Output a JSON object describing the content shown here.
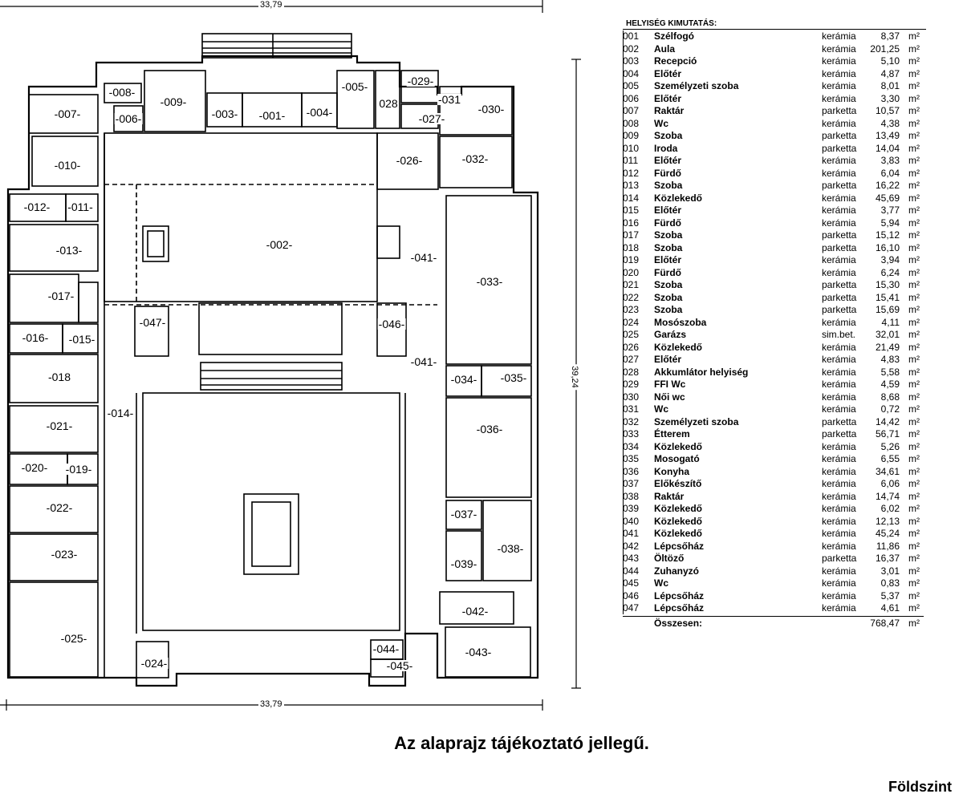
{
  "dimensions": {
    "top_width": "33,79",
    "bottom_width": "33,79",
    "height": "39,24"
  },
  "room_labels": [
    {
      "id": "r001",
      "text": "-001-"
    },
    {
      "id": "r002",
      "text": "-002-"
    },
    {
      "id": "r003",
      "text": "-003-"
    },
    {
      "id": "r004",
      "text": "-004-"
    },
    {
      "id": "r005",
      "text": "-005-"
    },
    {
      "id": "r006",
      "text": "-006-"
    },
    {
      "id": "r007",
      "text": "-007-"
    },
    {
      "id": "r008",
      "text": "-008-"
    },
    {
      "id": "r009",
      "text": "-009-"
    },
    {
      "id": "r010",
      "text": "-010-"
    },
    {
      "id": "r011",
      "text": "-011-"
    },
    {
      "id": "r012",
      "text": "-012-"
    },
    {
      "id": "r013",
      "text": "-013-"
    },
    {
      "id": "r014",
      "text": "-014-"
    },
    {
      "id": "r015",
      "text": "-015-"
    },
    {
      "id": "r016",
      "text": "-016-"
    },
    {
      "id": "r017",
      "text": "-017-"
    },
    {
      "id": "r018",
      "text": "-018"
    },
    {
      "id": "r019",
      "text": "-019-"
    },
    {
      "id": "r020",
      "text": "-020-"
    },
    {
      "id": "r021",
      "text": "-021-"
    },
    {
      "id": "r022",
      "text": "-022-"
    },
    {
      "id": "r023",
      "text": "-023-"
    },
    {
      "id": "r024",
      "text": "-024-"
    },
    {
      "id": "r025",
      "text": "-025-"
    },
    {
      "id": "r026",
      "text": "-026-"
    },
    {
      "id": "r027",
      "text": "-027-"
    },
    {
      "id": "r028",
      "text": "028"
    },
    {
      "id": "r029",
      "text": "-029-"
    },
    {
      "id": "r030",
      "text": "-030-"
    },
    {
      "id": "r031",
      "text": "-031"
    },
    {
      "id": "r032",
      "text": "-032-"
    },
    {
      "id": "r033",
      "text": "-033-"
    },
    {
      "id": "r034",
      "text": "-034-"
    },
    {
      "id": "r035",
      "text": "-035-"
    },
    {
      "id": "r036",
      "text": "-036-"
    },
    {
      "id": "r037",
      "text": "-037-"
    },
    {
      "id": "r038",
      "text": "-038-"
    },
    {
      "id": "r039",
      "text": "-039-"
    },
    {
      "id": "r041a",
      "text": "-041-"
    },
    {
      "id": "r041b",
      "text": "-041-"
    },
    {
      "id": "r042",
      "text": "-042-"
    },
    {
      "id": "r043",
      "text": "-043-"
    },
    {
      "id": "r044",
      "text": "-044-"
    },
    {
      "id": "r045",
      "text": "-045-"
    },
    {
      "id": "r046",
      "text": "-046-"
    },
    {
      "id": "r047",
      "text": "-047-"
    }
  ],
  "legend": {
    "title": "HELYISÉG KIMUTATÁS:",
    "rows": [
      {
        "no": "001",
        "name": "Szélfogó",
        "material": "kerámia",
        "area": "8,37",
        "unit": "m²"
      },
      {
        "no": "002",
        "name": "Aula",
        "material": "kerámia",
        "area": "201,25",
        "unit": "m²"
      },
      {
        "no": "003",
        "name": "Recepció",
        "material": "kerámia",
        "area": "5,10",
        "unit": "m²"
      },
      {
        "no": "004",
        "name": "Előtér",
        "material": "kerámia",
        "area": "4,87",
        "unit": "m²"
      },
      {
        "no": "005",
        "name": "Személyzeti szoba",
        "material": "kerámia",
        "area": "8,01",
        "unit": "m²"
      },
      {
        "no": "006",
        "name": "Előtér",
        "material": "kerámia",
        "area": "3,30",
        "unit": "m²"
      },
      {
        "no": "007",
        "name": "Raktár",
        "material": "parketta",
        "area": "10,57",
        "unit": "m²"
      },
      {
        "no": "008",
        "name": "Wc",
        "material": "kerámia",
        "area": "4,38",
        "unit": "m²"
      },
      {
        "no": "009",
        "name": "Szoba",
        "material": "parketta",
        "area": "13,49",
        "unit": "m²"
      },
      {
        "no": "010",
        "name": "Iroda",
        "material": "parketta",
        "area": "14,04",
        "unit": "m²"
      },
      {
        "no": "011",
        "name": "Előtér",
        "material": "kerámia",
        "area": "3,83",
        "unit": "m²"
      },
      {
        "no": "012",
        "name": "Fürdő",
        "material": "kerámia",
        "area": "6,04",
        "unit": "m²"
      },
      {
        "no": "013",
        "name": "Szoba",
        "material": "parketta",
        "area": "16,22",
        "unit": "m²"
      },
      {
        "no": "014",
        "name": "Közlekedő",
        "material": "kerámia",
        "area": "45,69",
        "unit": "m²"
      },
      {
        "no": "015",
        "name": "Előtér",
        "material": "kerámia",
        "area": "3,77",
        "unit": "m²"
      },
      {
        "no": "016",
        "name": "Fürdő",
        "material": "kerámia",
        "area": "5,94",
        "unit": "m²"
      },
      {
        "no": "017",
        "name": "Szoba",
        "material": "parketta",
        "area": "15,12",
        "unit": "m²"
      },
      {
        "no": "018",
        "name": "Szoba",
        "material": "parketta",
        "area": "16,10",
        "unit": "m²"
      },
      {
        "no": "019",
        "name": "Előtér",
        "material": "kerámia",
        "area": "3,94",
        "unit": "m²"
      },
      {
        "no": "020",
        "name": "Fürdő",
        "material": "kerámia",
        "area": "6,24",
        "unit": "m²"
      },
      {
        "no": "021",
        "name": "Szoba",
        "material": "parketta",
        "area": "15,30",
        "unit": "m²"
      },
      {
        "no": "022",
        "name": "Szoba",
        "material": "parketta",
        "area": "15,41",
        "unit": "m²"
      },
      {
        "no": "023",
        "name": "Szoba",
        "material": "parketta",
        "area": "15,69",
        "unit": "m²"
      },
      {
        "no": "024",
        "name": "Mosószoba",
        "material": "kerámia",
        "area": "4,11",
        "unit": "m²"
      },
      {
        "no": "025",
        "name": "Garázs",
        "material": "sim.bet.",
        "area": "32,01",
        "unit": "m²"
      },
      {
        "no": "026",
        "name": "Közlekedő",
        "material": "kerámia",
        "area": "21,49",
        "unit": "m²"
      },
      {
        "no": "027",
        "name": "Előtér",
        "material": "kerámia",
        "area": "4,83",
        "unit": "m²"
      },
      {
        "no": "028",
        "name": "Akkumlátor helyiség",
        "material": "kerámia",
        "area": "5,58",
        "unit": "m²"
      },
      {
        "no": "029",
        "name": "FFI Wc",
        "material": "kerámia",
        "area": "4,59",
        "unit": "m²"
      },
      {
        "no": "030",
        "name": "Női wc",
        "material": "kerámia",
        "area": "8,68",
        "unit": "m²"
      },
      {
        "no": "031",
        "name": "Wc",
        "material": "kerámia",
        "area": "0,72",
        "unit": "m²"
      },
      {
        "no": "032",
        "name": "Személyzeti szoba",
        "material": "parketta",
        "area": "14,42",
        "unit": "m²"
      },
      {
        "no": "033",
        "name": "Étterem",
        "material": "parketta",
        "area": "56,71",
        "unit": "m²"
      },
      {
        "no": "034",
        "name": "Közlekedő",
        "material": "kerámia",
        "area": "5,26",
        "unit": "m²"
      },
      {
        "no": "035",
        "name": "Mosogató",
        "material": "kerámia",
        "area": "6,55",
        "unit": "m²"
      },
      {
        "no": "036",
        "name": "Konyha",
        "material": "kerámia",
        "area": "34,61",
        "unit": "m²"
      },
      {
        "no": "037",
        "name": "Előkészítő",
        "material": "kerámia",
        "area": "6,06",
        "unit": "m²"
      },
      {
        "no": "038",
        "name": "Raktár",
        "material": "kerámia",
        "area": "14,74",
        "unit": "m²"
      },
      {
        "no": "039",
        "name": "Közlekedő",
        "material": "kerámia",
        "area": "6,02",
        "unit": "m²"
      },
      {
        "no": "040",
        "name": "Közlekedő",
        "material": "kerámia",
        "area": "12,13",
        "unit": "m²"
      },
      {
        "no": "041",
        "name": "Közlekedő",
        "material": "kerámia",
        "area": "45,24",
        "unit": "m²"
      },
      {
        "no": "042",
        "name": "Lépcsőház",
        "material": "kerámia",
        "area": "11,86",
        "unit": "m²"
      },
      {
        "no": "043",
        "name": "Öltöző",
        "material": "parketta",
        "area": "16,37",
        "unit": "m²"
      },
      {
        "no": "044",
        "name": "Zuhanyzó",
        "material": "kerámia",
        "area": "3,01",
        "unit": "m²"
      },
      {
        "no": "045",
        "name": "Wc",
        "material": "kerámia",
        "area": "0,83",
        "unit": "m²"
      },
      {
        "no": "046",
        "name": "Lépcsőház",
        "material": "kerámia",
        "area": "5,37",
        "unit": "m²"
      },
      {
        "no": "047",
        "name": "Lépcsőház",
        "material": "kerámia",
        "area": "4,61",
        "unit": "m²"
      }
    ],
    "total_label": "Összesen:",
    "total_area": "768,47",
    "total_unit": "m²"
  },
  "note": "Az alaprajz tájékoztató jellegű.",
  "floor_label": "Földszint"
}
